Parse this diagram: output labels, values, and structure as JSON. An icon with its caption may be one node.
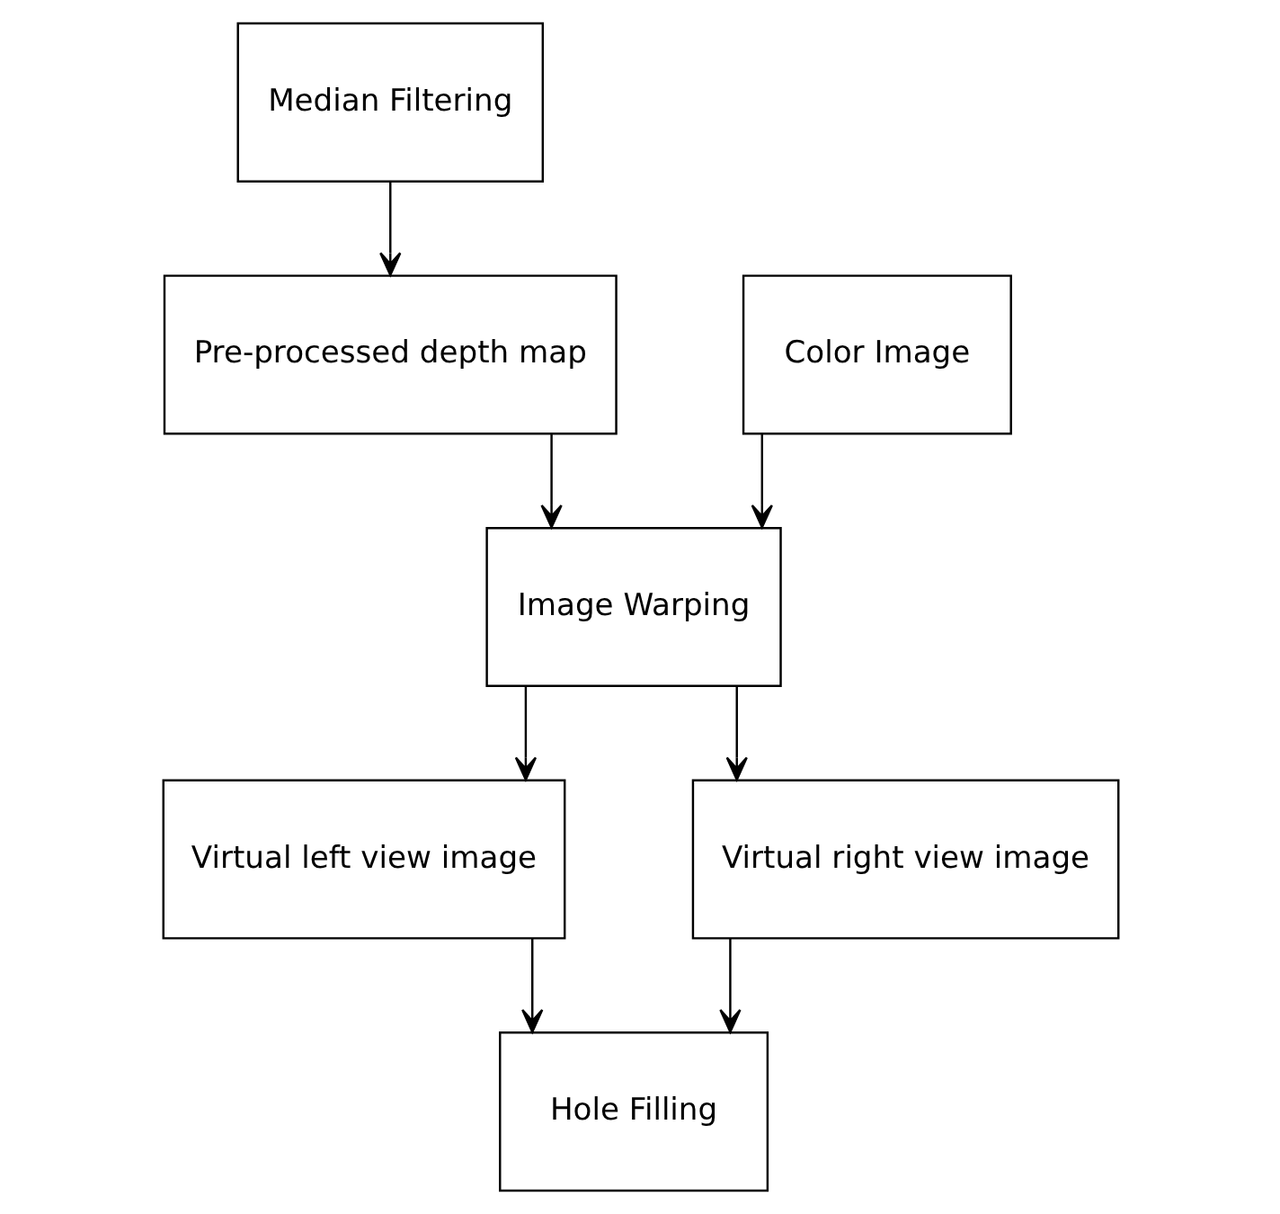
{
  "diagram": {
    "nodes": [
      {
        "text": [
          "Median Filtering"
        ]
      },
      {
        "text": [
          "Pre-processed depth map"
        ]
      },
      {
        "text": [
          "Color Image"
        ]
      },
      {
        "text": [
          "Image Warping"
        ]
      },
      {
        "text": [
          "Virtual left view image"
        ]
      },
      {
        "text": [
          "Virtual right view image"
        ]
      },
      {
        "text": [
          "Hole Filling"
        ]
      }
    ],
    "edges": [
      {
        "from": 0,
        "to": 1,
        "arrow": "to"
      },
      {
        "from": 2,
        "to": 3,
        "arrow": "to"
      },
      {
        "from": 1,
        "to": 3,
        "arrow": "to"
      },
      {
        "from": 3,
        "to": 4,
        "arrow": "to"
      },
      {
        "from": 3,
        "to": 5,
        "arrow": "to"
      },
      {
        "from": 4,
        "to": 6,
        "arrow": "to"
      },
      {
        "from": 5,
        "to": 6,
        "arrow": "to"
      }
    ]
  }
}
